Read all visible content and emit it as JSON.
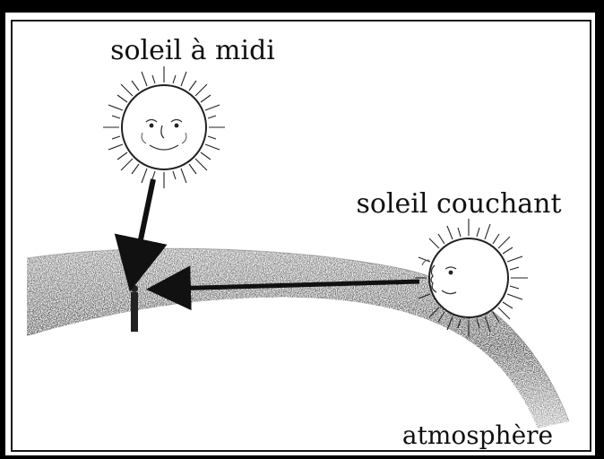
{
  "labels": {
    "noon_sun": "soleil à midi",
    "setting_sun": "soleil couchant",
    "atmosphere": "atmosphère"
  },
  "colors": {
    "ink": "#111111",
    "atmosphere_shade": "#6b6b6b",
    "paper": "#ffffff"
  }
}
